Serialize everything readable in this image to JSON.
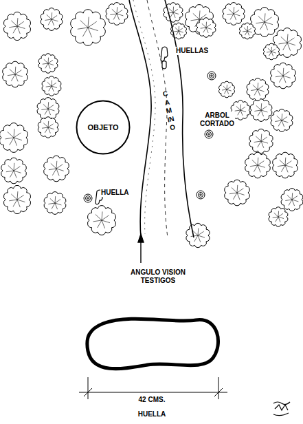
{
  "diagram": {
    "nodes": [
      {
        "text": [
          "OBJETO"
        ]
      }
    ],
    "edges": [],
    "labels": [
      "HUELLAS",
      "CAMINO",
      "ARBOL CORTADO",
      "HUELLA",
      "ANGULO VISION TESTIGOS",
      "42 CMS.",
      "HUELLA"
    ]
  }
}
